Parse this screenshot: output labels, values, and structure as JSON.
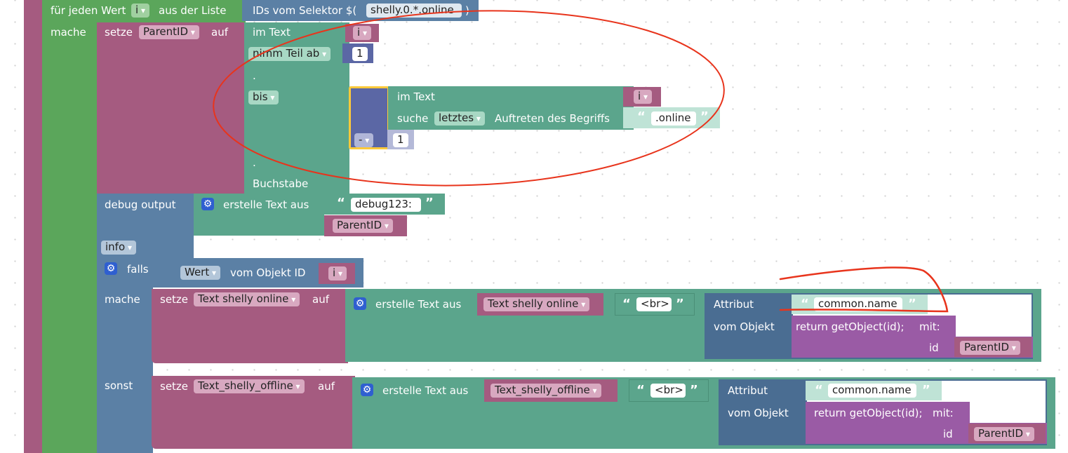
{
  "foreach": {
    "label_prefix": "für jeden Wert",
    "var": "i",
    "label_mid": "aus der Liste",
    "selector_label": "IDs vom Selektor $(",
    "selector_value": "shelly.0.*.online",
    "selector_close": ")"
  },
  "mache_label": "mache",
  "setze1": {
    "label": "setze",
    "var": "ParentID",
    "auf": "auf"
  },
  "substring": {
    "im_text": "im Text",
    "var": "i",
    "take_from": "nimm Teil ab",
    "from_value": "1",
    "dot1": ".",
    "bis": "bis",
    "dot2": ".",
    "buchstabe": "Buchstabe",
    "inner_im_text": "im Text",
    "inner_var": "i",
    "suche": "suche",
    "letztes": "letztes",
    "auftreten": "Auftreten des Begriffs",
    "online_value": ".online",
    "minus": "-",
    "minus_value": "1"
  },
  "debug": {
    "label": "debug output",
    "create_text": "erstelle Text aus",
    "text_value": "debug123:",
    "var": "ParentID",
    "level": "info"
  },
  "falls": {
    "label": "falls",
    "wert": "Wert",
    "vom_objekt_id": "vom Objekt ID",
    "var": "i",
    "mache": "mache",
    "sonst": "sonst"
  },
  "setze_online": {
    "label": "setze",
    "var": "Text shelly online",
    "auf": "auf",
    "create_text": "erstelle Text aus",
    "var2": "Text shelly online",
    "br": "<br>",
    "attribut": "Attribut",
    "attr_value": "common.name",
    "vom_objekt": "vom Objekt",
    "return_fn": "return getObject(id);",
    "mit": "mit:",
    "id": "id",
    "id_var": "ParentID"
  },
  "setze_offline": {
    "label": "setze",
    "var": "Text_shelly_offline",
    "auf": "auf",
    "create_text": "erstelle Text aus",
    "var2": "Text_shelly_offline",
    "br": "<br>",
    "attribut": "Attribut",
    "attr_value": "common.name",
    "vom_objekt": "vom Objekt",
    "return_fn": "return getObject(id);",
    "mit": "mit:",
    "id": "id",
    "id_var": "ParentID"
  },
  "colors": {
    "loop_green": "#5ba65b",
    "variable_pink": "#a55b80",
    "text_teal": "#5ba58c",
    "debug_blue": "#5b80a5",
    "math_indigo": "#5b67a5",
    "logic_dark": "#4a6d92",
    "function_purple": "#9a5ba5",
    "annotation_red": "#e8341c",
    "selection_yellow": "#fdc93a"
  },
  "icons": {
    "gear": "gear-icon",
    "dropdown": "chevron-down-icon"
  }
}
